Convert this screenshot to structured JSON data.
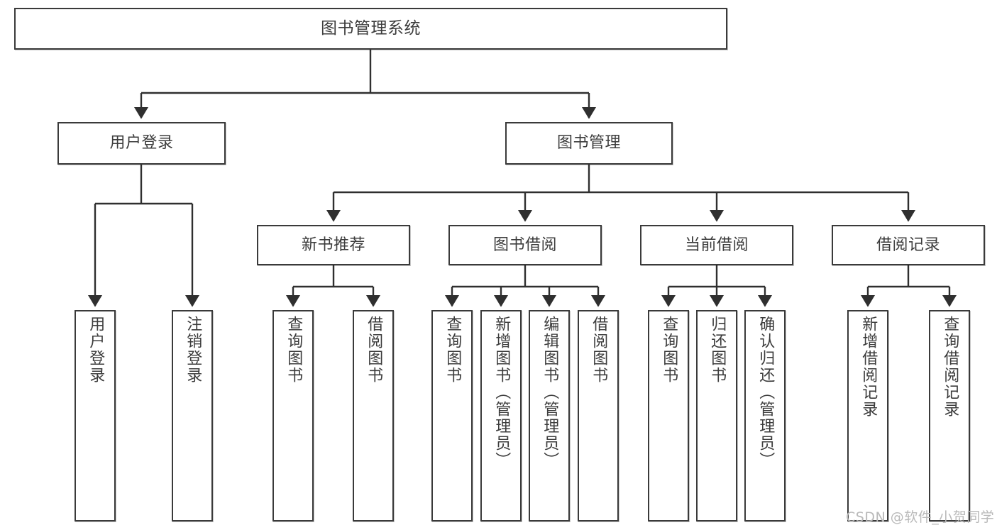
{
  "diagram": {
    "title": "图书管理系统",
    "type": "tree-hierarchy-diagram",
    "colors": {
      "box_border": "#3a3a3a",
      "box_fill": "#ffffff",
      "edge": "#2f2f2f",
      "text": "#3c3c3c",
      "watermark": "#b9b9b9",
      "background": "#ffffff"
    },
    "root": {
      "label": "图书管理系统"
    },
    "level1": [
      {
        "id": "user_login",
        "label": "用户登录"
      },
      {
        "id": "book_manage",
        "label": "图书管理"
      }
    ],
    "level2": [
      {
        "id": "new_book_rec",
        "label": "新书推荐",
        "parent": "book_manage"
      },
      {
        "id": "book_borrow",
        "label": "图书借阅",
        "parent": "book_manage"
      },
      {
        "id": "current_borrow",
        "label": "当前借阅",
        "parent": "book_manage"
      },
      {
        "id": "borrow_record",
        "label": "借阅记录",
        "parent": "book_manage"
      }
    ],
    "leaves": [
      {
        "id": "leaf_user_login",
        "label": "用户登录",
        "parent": "user_login"
      },
      {
        "id": "leaf_logout",
        "label": "注销登录",
        "parent": "user_login"
      },
      {
        "id": "leaf_query_book_1",
        "label": "查询图书",
        "parent": "new_book_rec"
      },
      {
        "id": "leaf_borrow_book_1",
        "label": "借阅图书",
        "parent": "new_book_rec"
      },
      {
        "id": "leaf_query_book_2",
        "label": "查询图书",
        "parent": "book_borrow"
      },
      {
        "id": "leaf_add_book",
        "label": "新增图书（管理员）",
        "parent": "book_borrow"
      },
      {
        "id": "leaf_edit_book",
        "label": "编辑图书（管理员）",
        "parent": "book_borrow"
      },
      {
        "id": "leaf_borrow_book_2",
        "label": "借阅图书",
        "parent": "book_borrow"
      },
      {
        "id": "leaf_query_book_3",
        "label": "查询图书",
        "parent": "current_borrow"
      },
      {
        "id": "leaf_return_book",
        "label": "归还图书",
        "parent": "current_borrow"
      },
      {
        "id": "leaf_confirm_return",
        "label": "确认归还（管理员）",
        "parent": "current_borrow"
      },
      {
        "id": "leaf_add_record",
        "label": "新增借阅记录",
        "parent": "borrow_record"
      },
      {
        "id": "leaf_query_record",
        "label": "查询借阅记录",
        "parent": "borrow_record"
      }
    ],
    "watermark": "CSDN @软件_小贺同学"
  }
}
